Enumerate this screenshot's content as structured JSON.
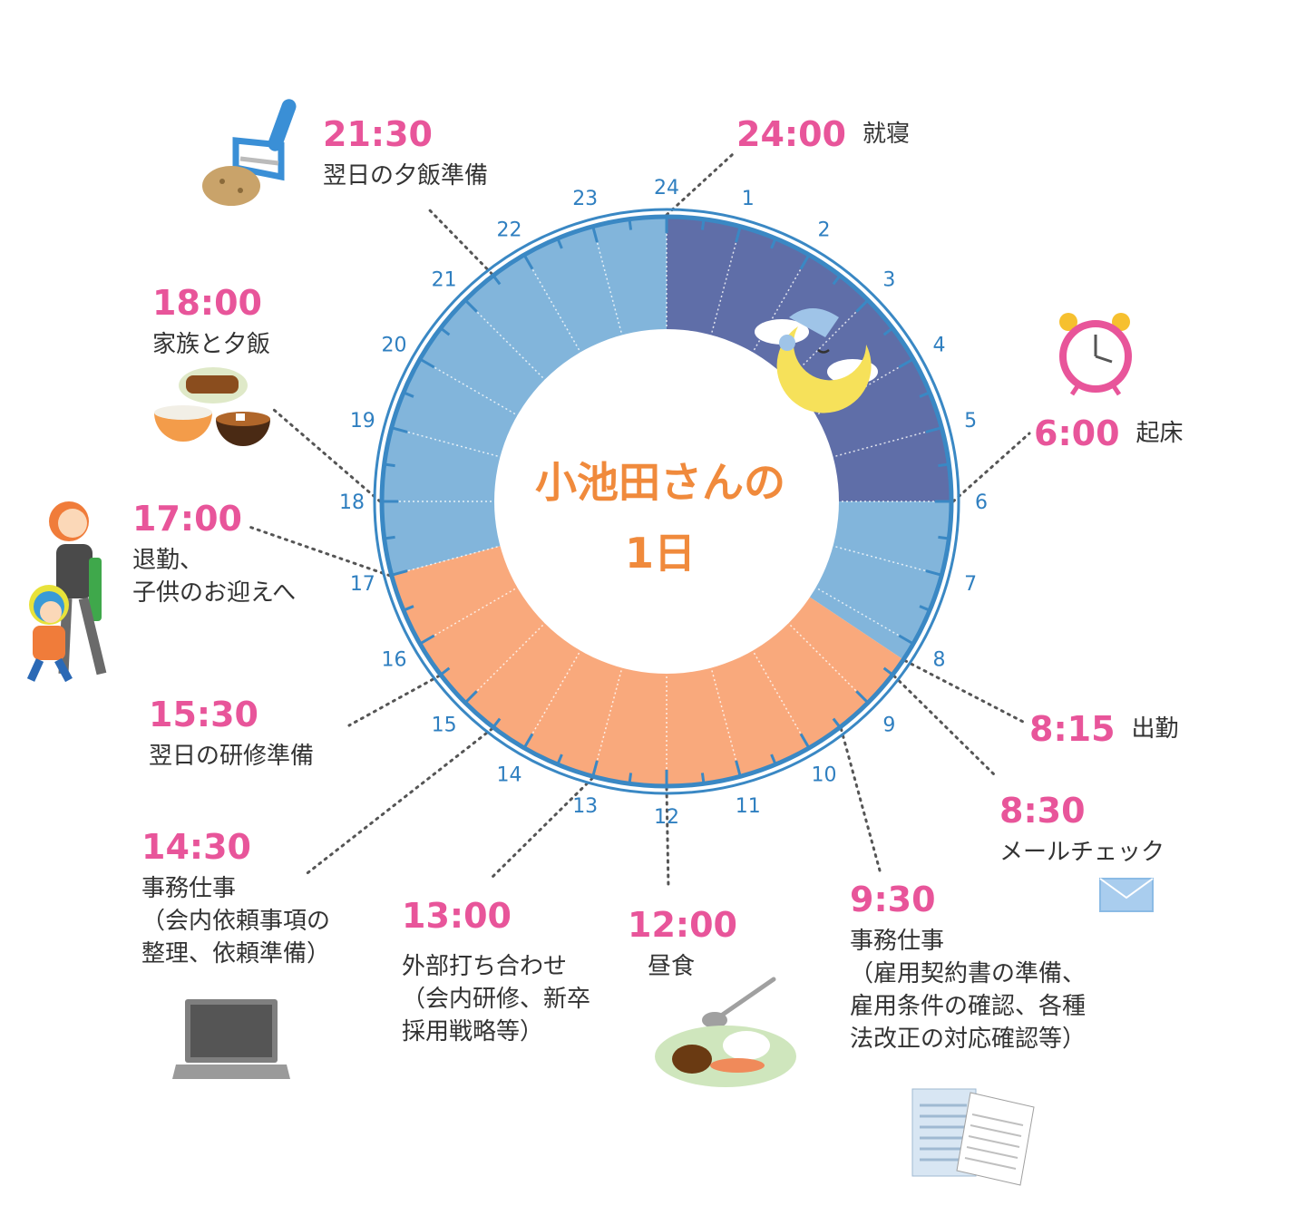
{
  "title": {
    "line1": "小池田さんの",
    "line2": "1日"
  },
  "colors": {
    "sleep": "#5f6ea8",
    "home": "#82b5db",
    "work": "#f9a97c",
    "ring": "#3a88c4",
    "hour_label": "#2f7fc0",
    "time_text": "#e8559a",
    "title_text": "#f08a3c"
  },
  "hour_labels": [
    "24",
    "1",
    "2",
    "3",
    "4",
    "5",
    "6",
    "7",
    "8",
    "9",
    "10",
    "11",
    "12",
    "13",
    "14",
    "15",
    "16",
    "17",
    "18",
    "19",
    "20",
    "21",
    "22",
    "23"
  ],
  "segments": [
    {
      "from": 0,
      "to": 6,
      "kind": "sleep"
    },
    {
      "from": 6,
      "to": 8.25,
      "kind": "home"
    },
    {
      "from": 8.25,
      "to": 17,
      "kind": "work"
    },
    {
      "from": 17,
      "to": 24,
      "kind": "home"
    }
  ],
  "events": [
    {
      "id": "e2400",
      "time": "24:00",
      "label": "就寝",
      "icon": "sleeping-moon-icon",
      "hour": 24
    },
    {
      "id": "e0600",
      "time": "6:00",
      "label": "起床",
      "icon": "alarm-clock-icon",
      "hour": 6
    },
    {
      "id": "e0815",
      "time": "8:15",
      "label": "出勤",
      "hour": 8.25
    },
    {
      "id": "e0830",
      "time": "8:30",
      "label": "メールチェック",
      "icon": "envelope-icon",
      "hour": 8.5
    },
    {
      "id": "e0930",
      "time": "9:30",
      "label": "事務仕事\n（雇用契約書の準備、\n雇用条件の確認、各種\n法改正の対応確認等）",
      "icon": "documents-icon",
      "hour": 9.5
    },
    {
      "id": "e1200",
      "time": "12:00",
      "label": "昼食",
      "icon": "lunch-plate-icon",
      "hour": 12
    },
    {
      "id": "e1300",
      "time": "13:00",
      "label": "外部打ち合わせ\n（会内研修、新卒\n採用戦略等）",
      "hour": 13
    },
    {
      "id": "e1430",
      "time": "14:30",
      "label": "事務仕事\n（会内依頼事項の\n整理、依頼準備）",
      "icon": "laptop-icon",
      "hour": 14.5
    },
    {
      "id": "e1530",
      "time": "15:30",
      "label": "翌日の研修準備",
      "hour": 15.5
    },
    {
      "id": "e1700",
      "time": "17:00",
      "label": "退勤、\n子供のお迎えへ",
      "icon": "mother-child-icon",
      "hour": 17
    },
    {
      "id": "e1800",
      "time": "18:00",
      "label": "家族と夕飯",
      "icon": "dinner-icon",
      "hour": 18
    },
    {
      "id": "e2130",
      "time": "21:30",
      "label": "翌日の夕飯準備",
      "icon": "peeler-potato-icon",
      "hour": 21.5
    }
  ]
}
